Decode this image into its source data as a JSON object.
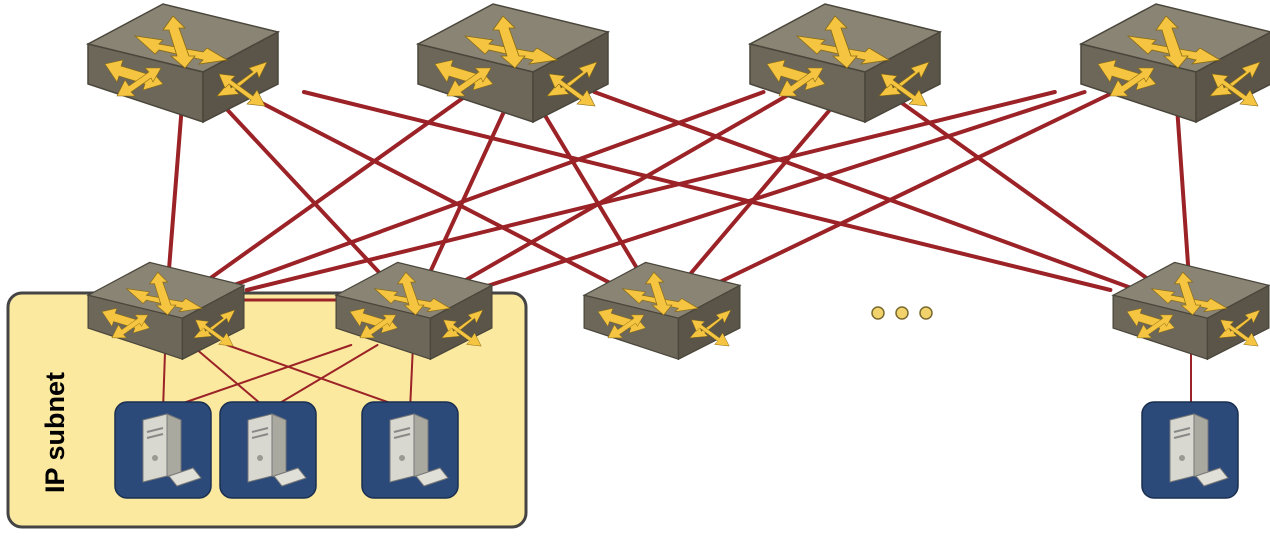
{
  "subnet": {
    "label": "IP subnet",
    "fill": "#fbe9a0",
    "border": "#444444"
  },
  "colors": {
    "link": "#9b2226",
    "switch_top": "#8a8475",
    "switch_front": "#6d6759",
    "switch_side": "#5a5548",
    "arrow": "#f5c542",
    "server_bg": "#2b4a7a",
    "ellipsis": "#f2d36b"
  },
  "spine_switches": [
    {
      "id": "spine-1",
      "icon": "switch-icon"
    },
    {
      "id": "spine-2",
      "icon": "switch-icon"
    },
    {
      "id": "spine-3",
      "icon": "switch-icon"
    },
    {
      "id": "spine-4",
      "icon": "switch-icon"
    }
  ],
  "leaf_switches": [
    {
      "id": "leaf-1",
      "icon": "switch-icon",
      "in_subnet": true
    },
    {
      "id": "leaf-2",
      "icon": "switch-icon",
      "in_subnet": true
    },
    {
      "id": "leaf-3",
      "icon": "switch-icon",
      "in_subnet": false
    },
    {
      "id": "leaf-4",
      "icon": "switch-icon",
      "in_subnet": false
    }
  ],
  "servers": [
    {
      "id": "server-1",
      "icon": "server-icon"
    },
    {
      "id": "server-2",
      "icon": "server-icon"
    },
    {
      "id": "server-3",
      "icon": "server-icon"
    },
    {
      "id": "server-4",
      "icon": "server-icon"
    }
  ],
  "ellipsis_icon": "ellipsis-icon"
}
